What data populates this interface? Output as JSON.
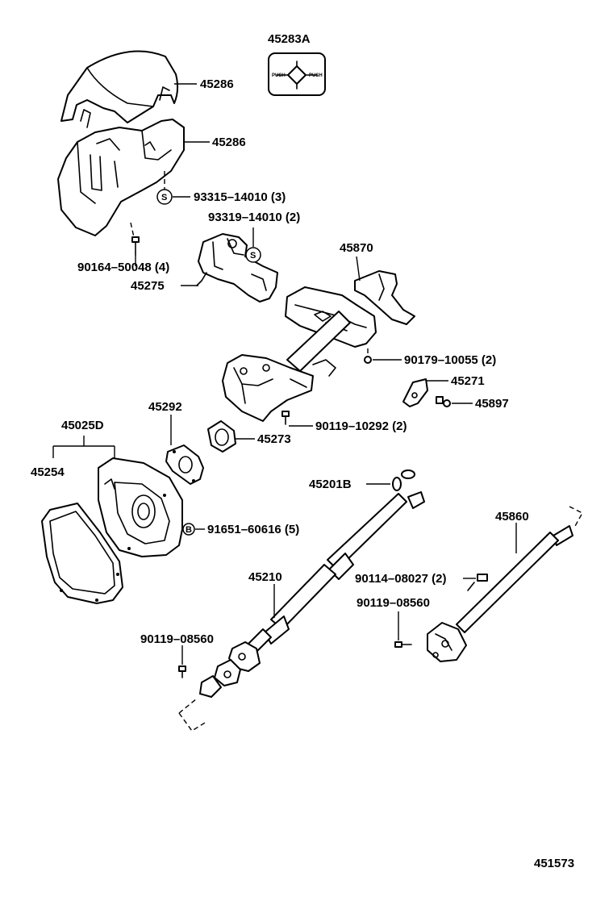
{
  "diagram_id": "451573",
  "parts": {
    "p45283A": "45283A",
    "p45286a": "45286",
    "p45286b": "45286",
    "p93315": "93315–14010 (3)",
    "p93319": "93319–14010 (2)",
    "p90164": "90164–50048 (4)",
    "p45275": "45275",
    "p45870": "45870",
    "p90179": "90179–10055 (2)",
    "p45271": "45271",
    "p45897": "45897",
    "p90119_10292": "90119–10292 (2)",
    "p45273": "45273",
    "p45292": "45292",
    "p45025D": "45025D",
    "p45254": "45254",
    "p91651": "91651–60616 (5)",
    "p45201B": "45201B",
    "p45860": "45860",
    "p45210": "45210",
    "p90114": "90114–08027 (2)",
    "p90119_08560a": "90119–08560",
    "p90119_08560b": "90119–08560"
  },
  "symbols": {
    "s_symbol": "S",
    "b_symbol": "B"
  },
  "label_plate": {
    "left": "PUSH",
    "right": "PUSH"
  }
}
